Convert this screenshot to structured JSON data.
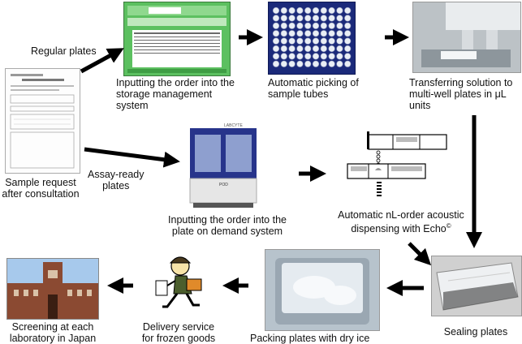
{
  "labels": {
    "regular_plates": "Regular plates",
    "assay_ready": [
      "Assay-ready",
      "plates"
    ],
    "sample_request": [
      "Sample request",
      "after consultation"
    ],
    "inputting_storage": [
      "Inputting the order into the",
      "storage management",
      "system"
    ],
    "automatic_picking": [
      "Automatic picking of",
      "sample tubes"
    ],
    "transferring": [
      "Transferring solution to",
      "multi-well plates in μL",
      "units"
    ],
    "inputting_pod": [
      "Inputting the order into the",
      "plate on demand system"
    ],
    "acoustic_line1": "Automatic nL-order acoustic",
    "acoustic_line2": "dispensing with Echo",
    "acoustic_mark": "©",
    "sealing": "Sealing plates",
    "packing": "Packing plates with dry ice",
    "delivery": [
      "Delivery service",
      "for frozen goods"
    ],
    "screening": [
      "Screening at each",
      "laboratory in Japan"
    ]
  },
  "machine_text": {
    "brand": "LABCYTE",
    "badge": "POD"
  },
  "colors": {
    "arrow": "#000000",
    "screen_green": "#5cc060",
    "tube_blue": "#1b2a7a",
    "machine_blue": "#27348b",
    "cooler": "#9aa7b2"
  },
  "icons": {
    "arrow": "black-arrow",
    "courier": "running-courier-cartoon",
    "building": "university-clock-tower"
  }
}
